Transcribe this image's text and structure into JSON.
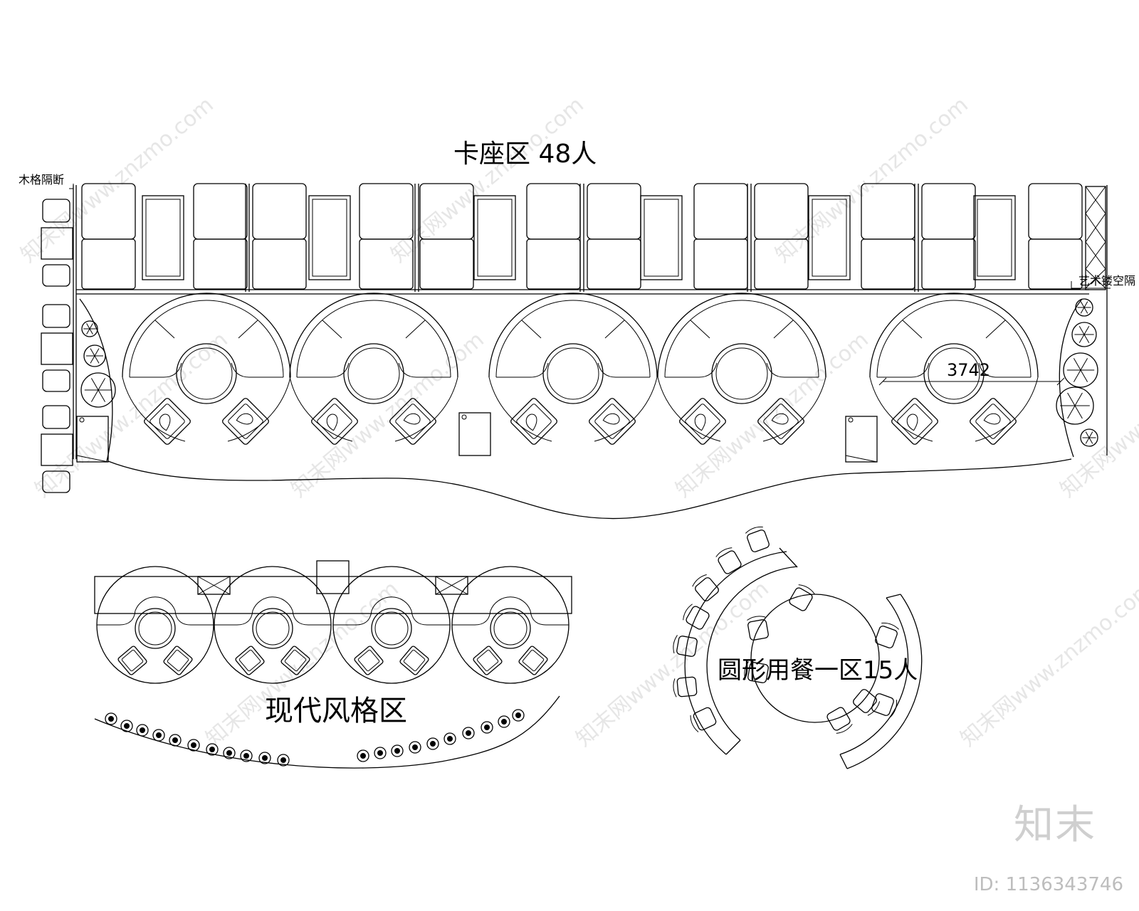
{
  "labels": {
    "booth_title": "卡座区 48人",
    "wood_partition": "木格隔断",
    "art_hollow_partition": "艺术镂空隔",
    "dimension": "3742",
    "modern_area": "现代风格区",
    "round_dining": "圆形用餐一区15人"
  },
  "watermark": {
    "text": "知末网www.znzmo.com",
    "logo": "知末",
    "id_label": "ID: 1136343746"
  },
  "colors": {
    "line": "#000000",
    "watermark": "#e6e6e6",
    "background": "#ffffff"
  },
  "icons": [
    "sofa-icon",
    "chair-icon",
    "table-icon",
    "plant-icon",
    "partition-icon"
  ]
}
